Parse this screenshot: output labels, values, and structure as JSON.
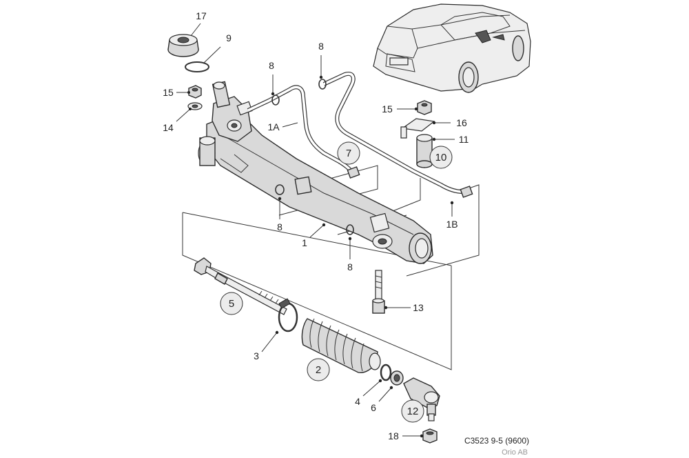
{
  "labels": {
    "p17": "17",
    "p9": "9",
    "p15a": "15",
    "p14": "14",
    "p8a": "8",
    "p8b": "8",
    "p1A": "1A",
    "p7": "7",
    "p8c": "8",
    "p1": "1",
    "p8d": "8",
    "p15b": "15",
    "p16": "16",
    "p11": "11",
    "p10": "10",
    "p1B": "1B",
    "p5": "5",
    "p13": "13",
    "p3": "3",
    "p2": "2",
    "p4": "4",
    "p6": "6",
    "p12": "12",
    "p18": "18"
  },
  "caption": {
    "code": "C3523 9-5 (9600)",
    "publisher": "Orio AB"
  }
}
